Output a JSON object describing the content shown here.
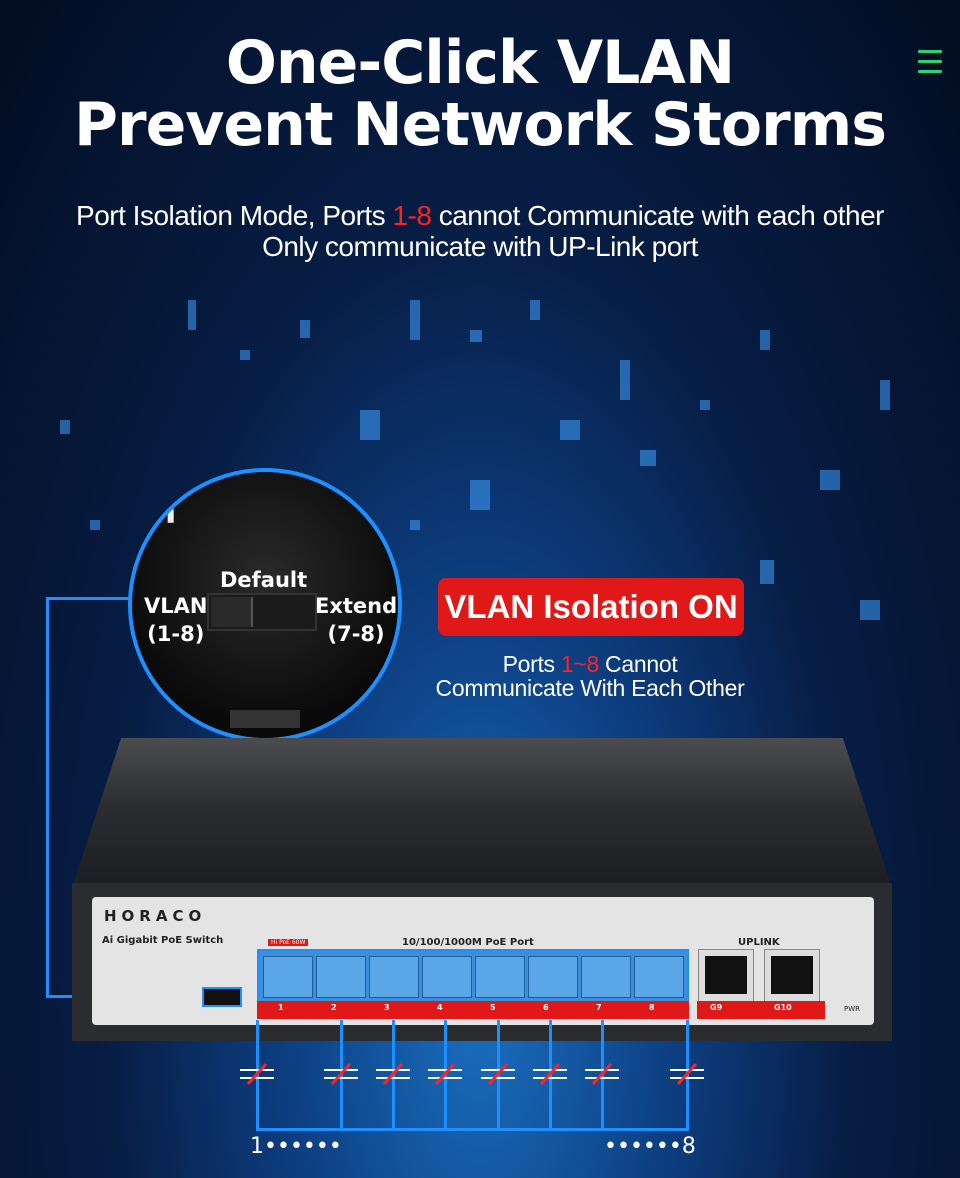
{
  "header": {
    "title_line1": "One-Click VLAN",
    "title_line2": "Prevent Network Storms",
    "menu_icon": "hamburger-icon"
  },
  "subtitle": {
    "line1_pre": "Port Isolation Mode, Ports ",
    "line1_highlight": "1-8",
    "line1_post": " cannot Communicate with each other",
    "line2": "Only communicate with UP-Link port"
  },
  "zoom": {
    "partial_text": "ch",
    "default_label": "Default",
    "vlan_label": "VLAN",
    "vlan_range": "(1-8)",
    "extend_label": "Extend",
    "extend_range": "(7-8)"
  },
  "badge": {
    "label": "VLAN Isolation ON",
    "sub_pre": "Ports ",
    "sub_highlight": "1~8",
    "sub_post": " Cannot",
    "sub_line2": "Communicate With Each Other"
  },
  "device": {
    "brand": "HORACO",
    "model": "Ai Gigabit PoE Switch",
    "poe_tag": "Hi PoE 60W",
    "port_group_label": "10/100/1000M PoE Port",
    "uplink_label": "UPLINK",
    "ports": [
      "1",
      "2",
      "3",
      "4",
      "5",
      "6",
      "7",
      "8"
    ],
    "uplink_ports": [
      "G9",
      "G10"
    ],
    "power_label": "PWR"
  },
  "footer": {
    "left": "1••••••",
    "right": "••••••8"
  },
  "colors": {
    "accent_blue": "#1e8fff",
    "highlight_red": "#ff2222",
    "badge_red": "#e01818",
    "menu_green": "#2dd36f"
  }
}
